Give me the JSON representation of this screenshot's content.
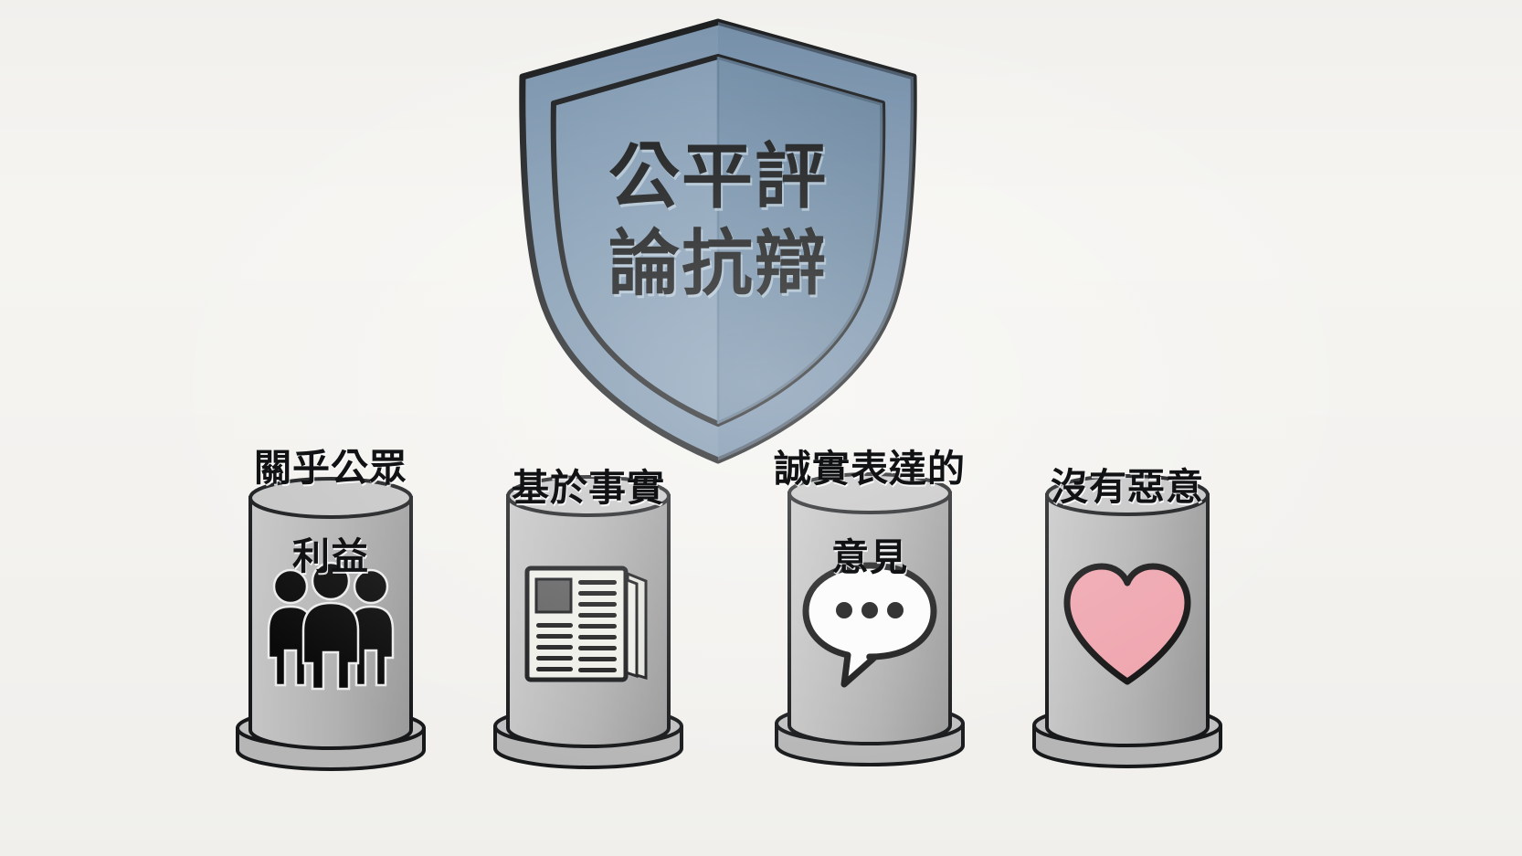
{
  "scene": {
    "background_color": "#f5f4f1",
    "title_text_color": "#0b0c0d",
    "outline_color": "#16181a"
  },
  "shield": {
    "name": "fair-comment-defense-shield",
    "title_line1": "公平評",
    "title_line2": "論抗辯",
    "face_color": "#6f8aa6",
    "face_color_dark": "#5d7b96",
    "inner_color": "#7793ae",
    "border_color": "#1a1d20"
  },
  "pillars": [
    {
      "id": "public-interest",
      "label_line1": "關乎公眾",
      "label_line2": "利益",
      "icon": "three-people-icon",
      "icon_color": "#0a0a0a",
      "body_color": "#b2b2b2"
    },
    {
      "id": "based-on-fact",
      "label_line1": "基於事實",
      "label_line2": "",
      "icon": "newspaper-icon",
      "icon_color": "#efefe9",
      "body_color": "#b2b2b2"
    },
    {
      "id": "honest-opinion",
      "label_line1": "誠實表達的",
      "label_line2": "意見",
      "icon": "speech-bubble-icon",
      "icon_color": "#ffffff",
      "body_color": "#b2b2b2"
    },
    {
      "id": "no-malice",
      "label_line1": "沒有惡意",
      "label_line2": "",
      "icon": "heart-icon",
      "icon_color": "#f2a7b0",
      "body_color": "#b2b2b2"
    }
  ]
}
